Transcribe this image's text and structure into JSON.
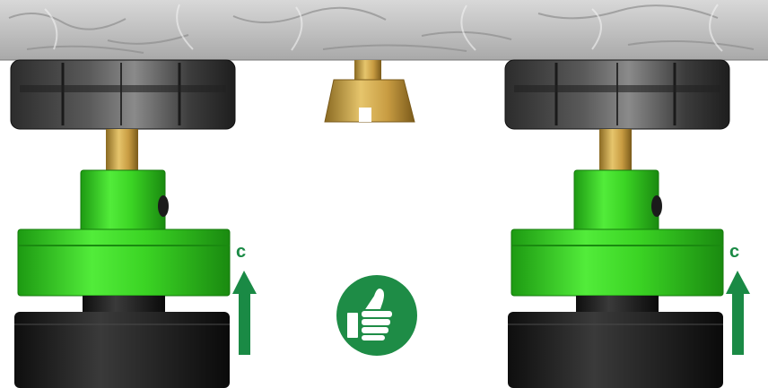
{
  "arrows": [
    {
      "label": "c",
      "direction": "up"
    },
    {
      "label": "c",
      "direction": "up"
    }
  ],
  "badge": {
    "icon": "thumbs-up-icon"
  },
  "colors": {
    "arrow_green": "#1a8a45",
    "badge_green": "#1e8c46",
    "part_green": "#35d420",
    "brass": "#c9a04a",
    "black_part": "#1a1a1a",
    "concrete": "#b9b9b9"
  }
}
